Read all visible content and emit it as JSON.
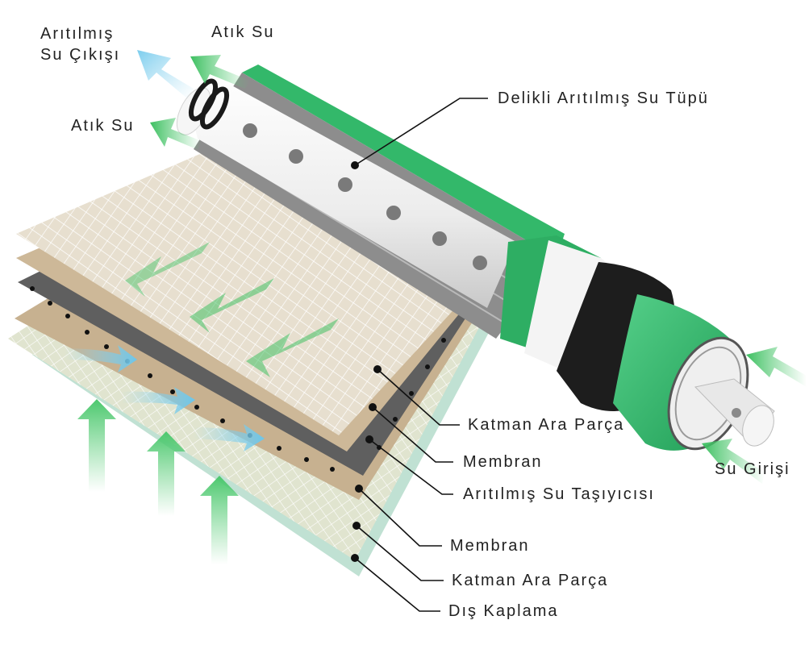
{
  "labels": {
    "purified_outlet_line1": "Arıtılmış",
    "purified_outlet_line2": "Su Çıkışı",
    "waste_water_top": "Atık Su",
    "waste_water_left": "Atık Su",
    "perforated_tube": "Delikli Arıtılmış Su Tüpü",
    "feed_spacer_top": "Katman Ara Parça",
    "membrane_top": "Membran",
    "permeate_carrier": "Arıtılmış Su Taşıyıcısı",
    "membrane_bottom": "Membran",
    "feed_spacer_bottom": "Katman Ara Parça",
    "outer_wrap": "Dış Kaplama",
    "water_inlet": "Su Girişi"
  },
  "colors": {
    "membrane_green": "#2fb56a",
    "wrap_green": "#35b86b",
    "arrow_green": "#5fcf7c",
    "arrow_blue": "#7fd0ee",
    "spacer_beige": "#e5dccb",
    "membrane_tan": "#c9b493",
    "carrier_gray": "#5e5e5e",
    "tube_white": "#f2f2f2",
    "end_cap_black": "#1e1e1e",
    "leader_line": "#111111"
  }
}
